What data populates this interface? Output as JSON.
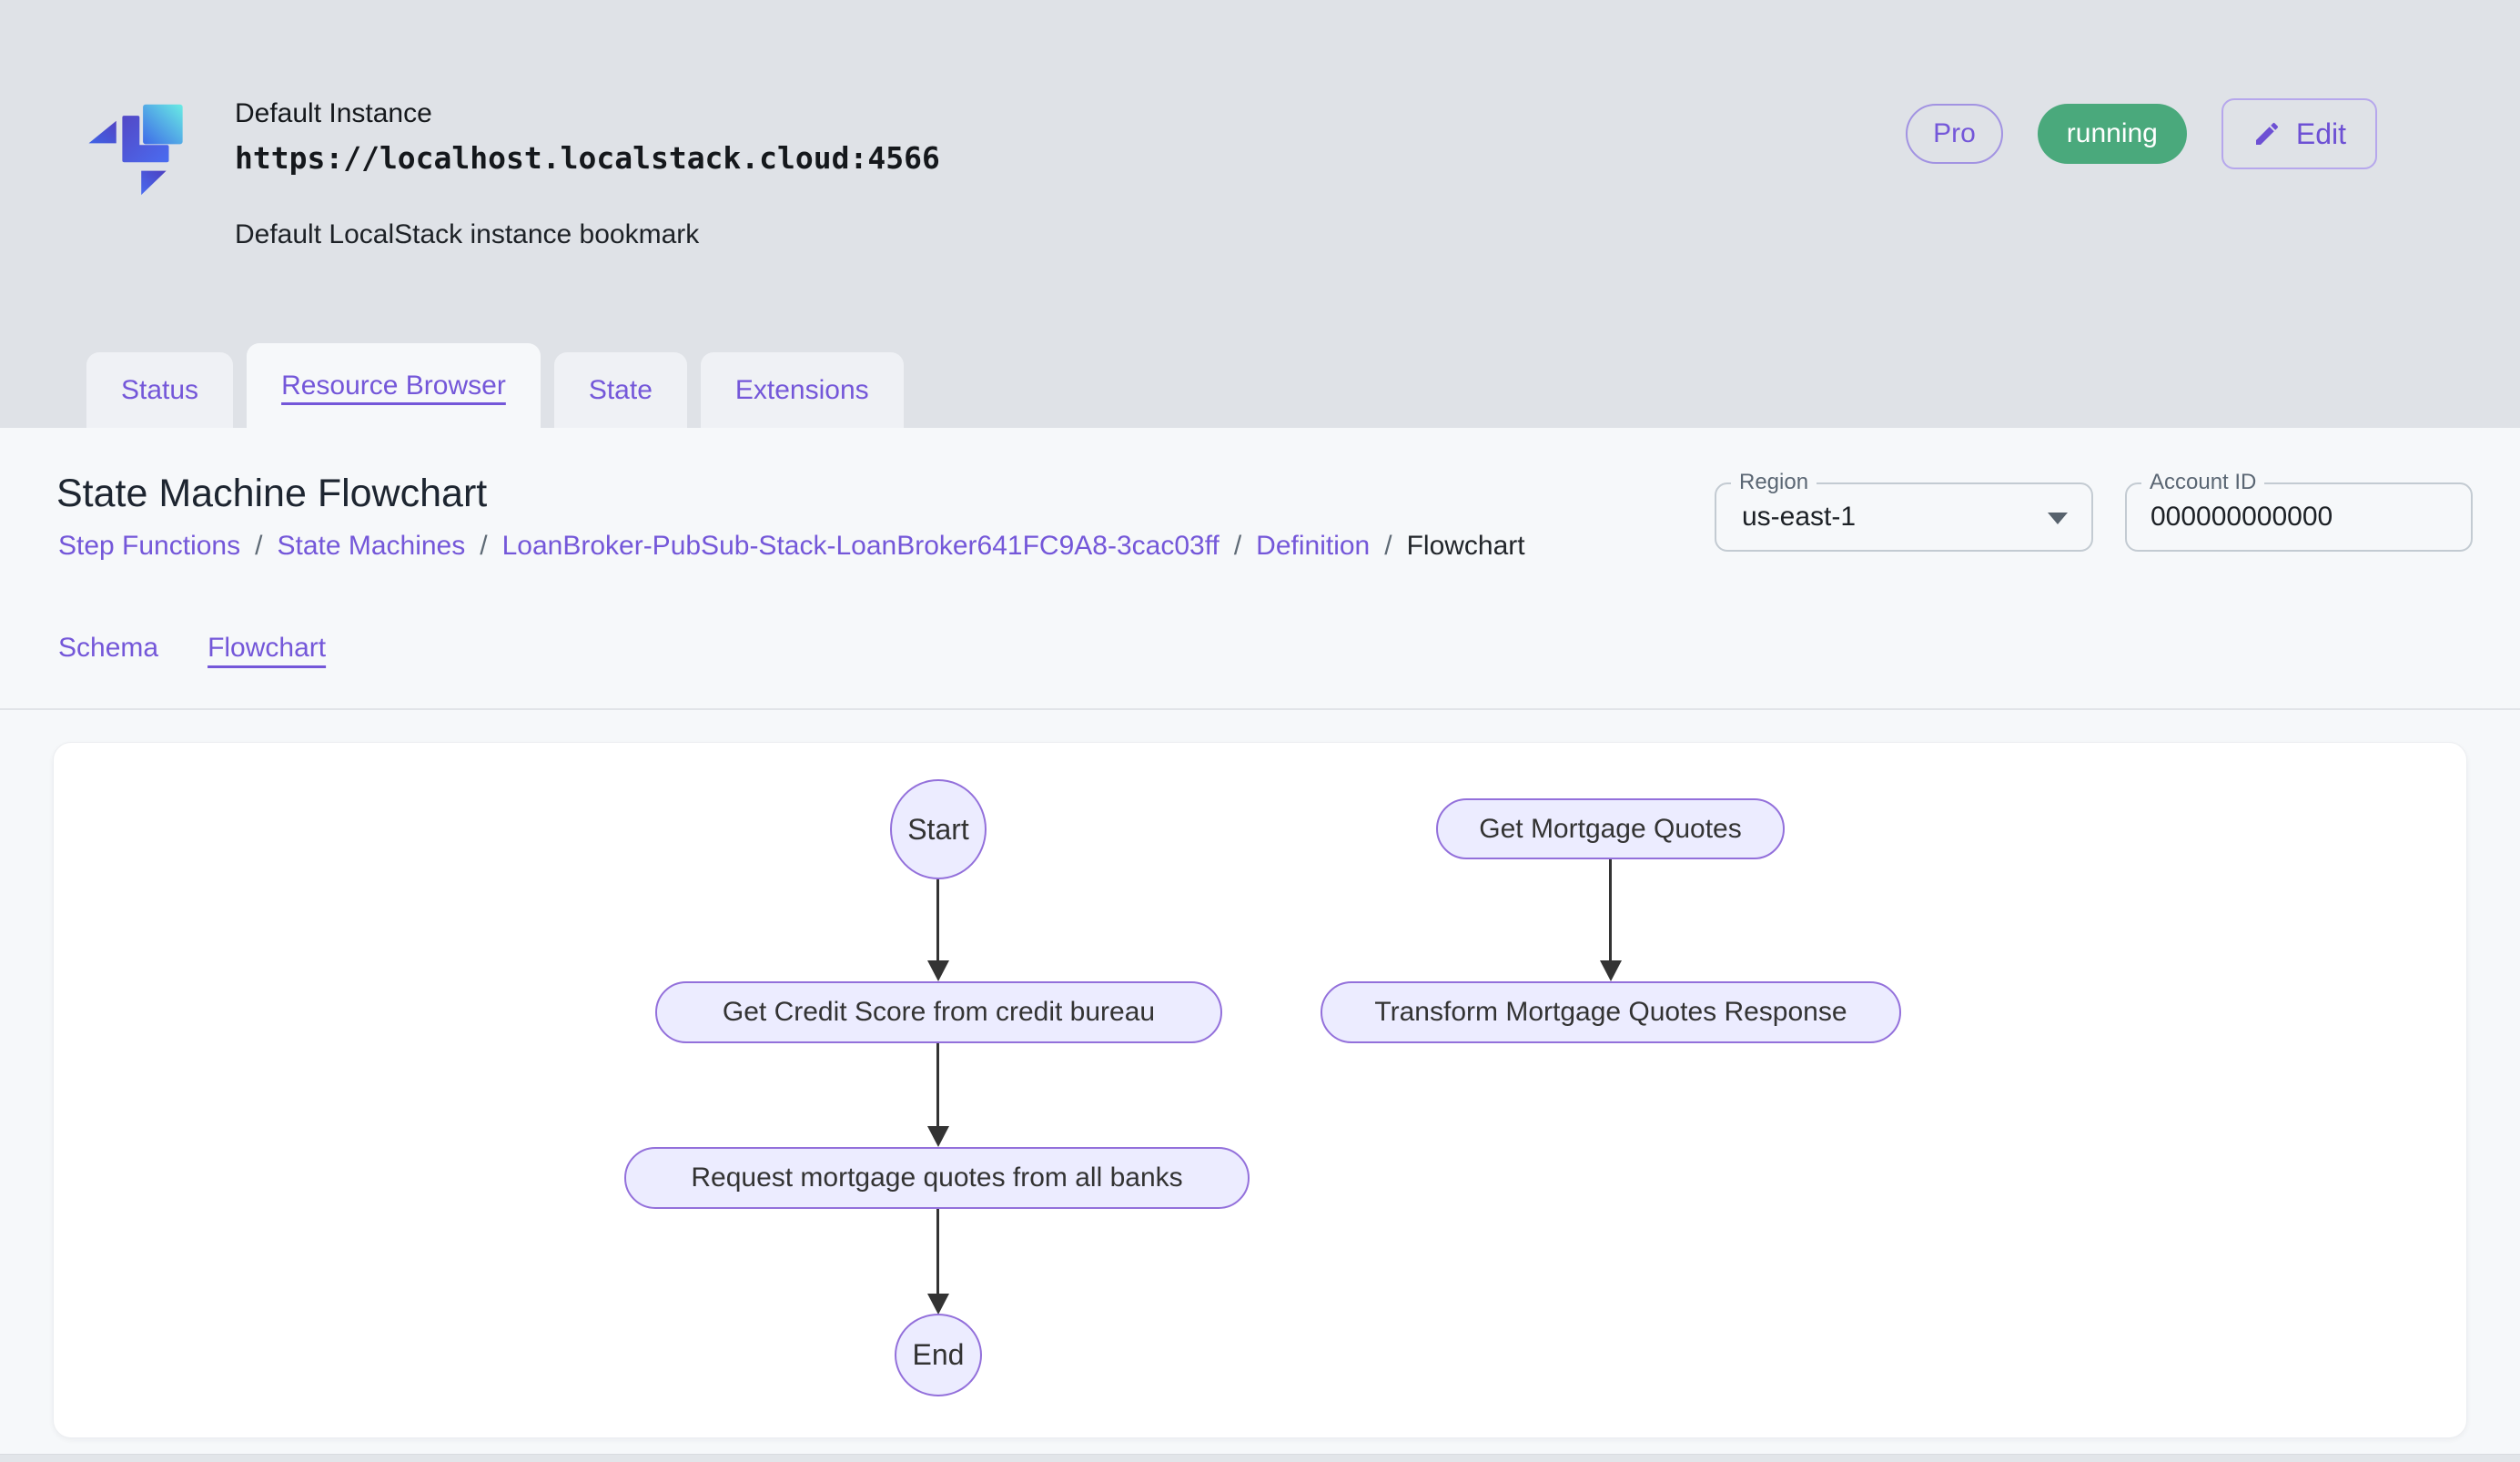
{
  "header": {
    "instance_name": "Default Instance",
    "instance_url": "https://localhost.localstack.cloud:4566",
    "instance_description": "Default LocalStack instance bookmark",
    "plan_badge": "Pro",
    "status_badge": "running",
    "edit_button": "Edit"
  },
  "tabs": {
    "items": [
      {
        "label": "Status",
        "active": false
      },
      {
        "label": "Resource Browser",
        "active": true
      },
      {
        "label": "State",
        "active": false
      },
      {
        "label": "Extensions",
        "active": false
      }
    ]
  },
  "page": {
    "title": "State Machine Flowchart",
    "breadcrumb": {
      "items": [
        {
          "label": "Step Functions"
        },
        {
          "label": "State Machines"
        },
        {
          "label": "LoanBroker-PubSub-Stack-LoanBroker641FC9A8-3cac03ff"
        },
        {
          "label": "Definition"
        },
        {
          "label": "Flowchart"
        }
      ],
      "separator": "/"
    },
    "region_field": {
      "label": "Region",
      "value": "us-east-1"
    },
    "account_field": {
      "label": "Account ID",
      "value": "000000000000"
    },
    "subtabs": [
      {
        "label": "Schema",
        "active": false
      },
      {
        "label": "Flowchart",
        "active": true
      }
    ]
  },
  "flowchart": {
    "nodes": {
      "start": "Start",
      "get_credit_score": "Get Credit Score from credit bureau",
      "request_quotes": "Request mortgage quotes from all banks",
      "end": "End",
      "get_mortgage_quotes": "Get Mortgage Quotes",
      "transform_response": "Transform Mortgage Quotes Response"
    },
    "edges": [
      {
        "from": "start",
        "to": "get_credit_score"
      },
      {
        "from": "get_credit_score",
        "to": "request_quotes"
      },
      {
        "from": "request_quotes",
        "to": "end"
      },
      {
        "from": "get_mortgage_quotes",
        "to": "transform_response"
      }
    ]
  },
  "colors": {
    "accent_purple": "#7457d9",
    "node_fill": "#ececff",
    "node_border": "#9370db",
    "status_green": "#4aa97c",
    "page_bg": "#dfe2e7",
    "panel_bg": "#f6f8fa"
  }
}
